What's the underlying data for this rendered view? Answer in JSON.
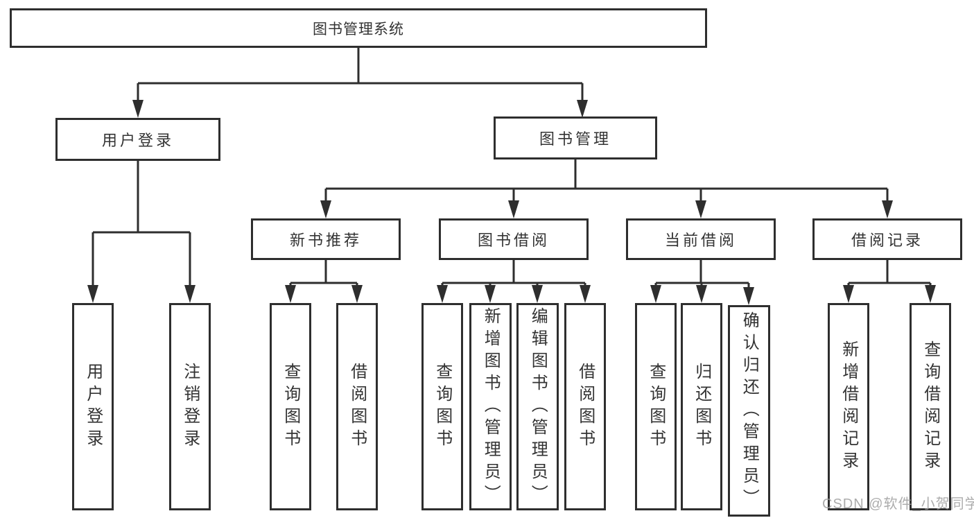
{
  "colors": {
    "line": "#2e2e2e",
    "text": "#333333",
    "watermark": "#9e9e9e",
    "background": "#ffffff"
  },
  "watermark": {
    "text": "CSDN @软件_小贺同学"
  },
  "diagram": {
    "root": {
      "label": "图书管理系统"
    },
    "branches": [
      {
        "label": "用户登录",
        "children": [
          {
            "label": "用户登录"
          },
          {
            "label": "注销登录"
          }
        ]
      },
      {
        "label": "图书管理",
        "children": [
          {
            "label": "新书推荐",
            "children": [
              {
                "label": "查询图书"
              },
              {
                "label": "借阅图书"
              }
            ]
          },
          {
            "label": "图书借阅",
            "children": [
              {
                "label": "查询图书"
              },
              {
                "label": "新增图书（管理员）"
              },
              {
                "label": "编辑图书（管理员）"
              },
              {
                "label": "借阅图书"
              }
            ]
          },
          {
            "label": "当前借阅",
            "children": [
              {
                "label": "查询图书"
              },
              {
                "label": "归还图书"
              },
              {
                "label": "确认归还（管理员）"
              }
            ]
          },
          {
            "label": "借阅记录",
            "children": [
              {
                "label": "新增借阅记录"
              },
              {
                "label": "查询借阅记录"
              }
            ]
          }
        ]
      }
    ]
  }
}
